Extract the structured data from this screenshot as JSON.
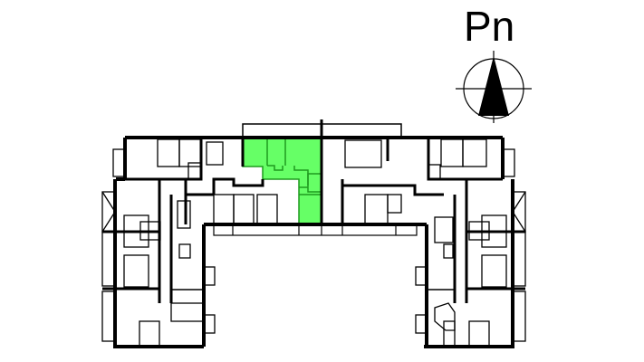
{
  "compass": {
    "label": "Pn",
    "icon": "north-arrow-icon"
  },
  "plan": {
    "type": "floor-plan",
    "highlight_color": "#66ff66",
    "highlight_stroke": "#1f9a1f",
    "wall_color": "#000000",
    "highlighted_unit": "apartment-north-center-left"
  }
}
